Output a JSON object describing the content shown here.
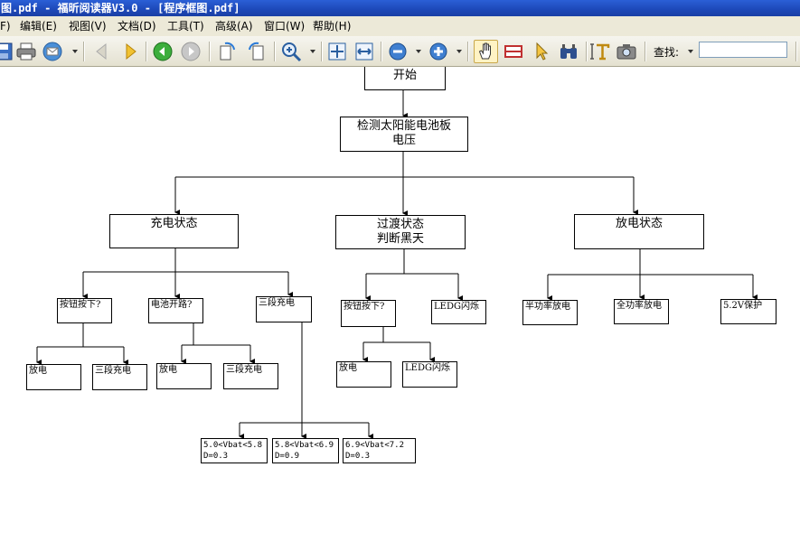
{
  "window": {
    "title": "图.pdf - 福昕阅读器V3.0 - [程序框图.pdf]"
  },
  "menu": {
    "items": [
      "F)",
      "编辑(E)",
      "视图(V)",
      "文档(D)",
      "工具(T)",
      "高级(A)",
      "窗口(W)",
      "帮助(H)"
    ]
  },
  "toolbar": {
    "search_label": "查找:",
    "search_value": ""
  },
  "flowchart": {
    "start": "开始",
    "detect_line1": "检测太阳能电池板",
    "detect_line2": "电压",
    "charge_state": "充电状态",
    "transition_line1": "过渡状态",
    "transition_line2": "判断黑天",
    "discharge_state": "放电状态",
    "button_pressed_1": "按钮按下?",
    "battery_open": "电池开路?",
    "three_stage_1": "三段充电",
    "button_pressed_2": "按钮按下?",
    "ledg_flash_1": "LEDG闪烁",
    "half_power": "半功率放电",
    "full_power": "全功率放电",
    "protect_52": "5.2V保护",
    "discharge_1": "放电",
    "three_stage_2": "三段充电",
    "discharge_2": "放电",
    "three_stage_3": "三段充电",
    "discharge_3": "放电",
    "ledg_flash_2": "LEDG闪烁",
    "range1_line1": "5.0<Vbat<5.8",
    "range1_line2": "D=0.3",
    "range2_line1": "5.8<Vbat<6.9",
    "range2_line2": "D=0.9",
    "range3_line1": "6.9<Vbat<7.2",
    "range3_line2": "D=0.3"
  }
}
